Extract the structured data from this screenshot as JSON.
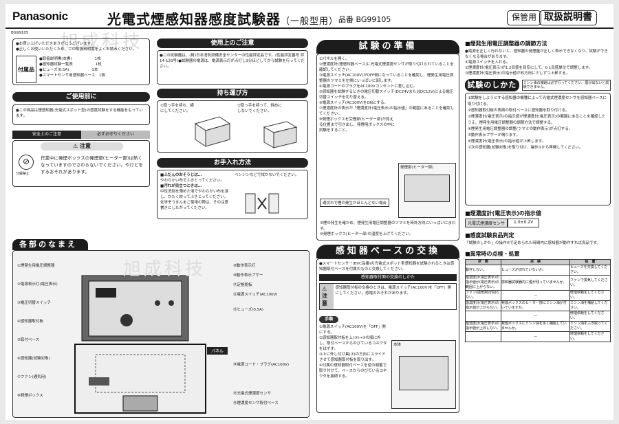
{
  "header": {
    "brand": "Panasonic",
    "title": "光電式煙感知器感度試験器",
    "subtitle": "（一般型用）",
    "model_label": "品番",
    "model": "BG99105",
    "badge_keep": "保管用",
    "badge_manual": "取扱説明書",
    "code": "BG99105"
  },
  "left": {
    "accessories_label": "付属品",
    "accessories": [
      "●取扱説明書(本書)　　　　　　1枚",
      "●感知器試験一覧表　　　　　　1枚",
      "●ヒューズ(0.5A)　　　　　　1本",
      "●スマートセンサ用感知器ベース　1個"
    ],
    "before_use": "ご使用前に",
    "before_use_text": "●この商品は煙感知器(光電式スポット型)の感度試験をする機能をもっています。",
    "safety_tab1": "安全上のご注意",
    "safety_tab2": "必ずお守りください",
    "caution_label": "注意",
    "caution_icon": "分解禁止",
    "caution_text": "作業中に発煙ボックスの発煙部(ヒーター部)は熱くなっていますのでさわらないでください。やけどをするおそれがあります。"
  },
  "use_notes": {
    "label": "使用上のご注意",
    "text": "●この試験器は、(財)日本消防設備安全センターの性能評定品です。(性能評定番号 評14-123号)●試験器の電源は、電源表示灯が点灯し3分ほどしてから試験を行ってください。"
  },
  "carry": {
    "label": "持ち運び方",
    "step1": "①取っ手を持ち、横にしてください。",
    "step2": "②取っ手を持って、斜めにしないでください。"
  },
  "care": {
    "label": "お手入れ方法",
    "item1": "■ふだんのおそうじは…",
    "item1_text": "やわらかい布でふきとってください。",
    "item2": "■汚れが目立つときは…",
    "item2_text": "中性洗剤を薄めた液でやわらかい布を浸し、かたく絞ってふきとってください。",
    "item3": "化学ぞうきんをご使用の際は、その注意書きにしたがってください。",
    "solvent": "ベンジンなどで拭かないでください。"
  },
  "parts": {
    "label": "各部のなまえ",
    "panel": "パネル",
    "left_labels": [
      "①煙発生用電圧調整器",
      "②電源表示灯(電圧表示)",
      "③電圧切替スイッチ",
      "④感知器取付板",
      "⑤取付ベース",
      "⑥感知器(試験対象)",
      "⑦ファン(通気用)",
      "⑧発煙ボックス"
    ],
    "right_labels": [
      "⑨動作表示灯",
      "⑩動作表示ブザー",
      "⑪定格銘板",
      "⑫電源スイッチ(AC100V)",
      "⑬ヒューズ(0.5A)",
      "⑭電源コード・プラグ(AC100V)",
      "⑮光電式煙濃度センサ",
      "⑯煙濃度センサ取付ベース"
    ]
  },
  "prep": {
    "label": "試験の準備",
    "steps": [
      "①パネルを開く。",
      "②煙濃度計(煙感知器ベース)に光電式煙濃度センサが取り付けられていることを確認してください。",
      "③電源スイッチ(AC100V)がOFF側になっていることを確認し、煙発生用電圧調整器のツマミを左側にいっぱいに回します。",
      "④電源コードのプラグをAC100Vコンセントに差し込む。",
      "⑤感知器を試験するときの電圧切替スイッチ(DC24VまたはDC12V)による電圧切替スイッチを切り替える。",
      "⑥電源スイッチ(AC100V)をONにする。",
      "⑦煙濃度計の表示が「煙濃度計(電圧表示)の指示値」の範囲にあることを確認してください。",
      "⑧発煙ボックスを受煙部(ヒーター部)が見える位置まで引き出し、発煙用ボックスの中に試験をすること。"
    ],
    "fig_label": "発煙部(ヒーター部)",
    "warn": "適切れで煙の発生がほとんどない場合",
    "steps2": [
      "⑨煙の発生を確かめ、煙発生用電圧調整器のツマミを時計方向にいっぱいにまわす。",
      "⑩発煙ボックス(ヒーター部)の温度を上げてください。"
    ]
  },
  "base": {
    "label": "感知器ベースの交換",
    "text": "●スマートセンサー(BVC品番)の光電式スポット型感知器を試験されるときは感知器取付ベースを付属のものと交換してください。",
    "sub": "感知器取付面の交換のしかた",
    "caution": "注意",
    "caution_text": "感知器取付板の交換のときは、電源スイッチ(AC100V)を「OFF」側にしてください。感電のおそれがあります。",
    "procedure": "手順",
    "steps": [
      "①電源スイッチ(AC100V)を「OFF」側にする。",
      "②感知器取付板を上(③)→③の順に外し、取付ベースからのびているコネクタをはずす。",
      "③上に外し付け具(③)の方向にスライドさせて感知器取付板を取り出す。",
      "④付属の感知器取付ベースを逆の順番で取り付けて、ベースからのびているコネクタを接続する。"
    ],
    "fig_label": "本体"
  },
  "right": {
    "voltage_sec": "■煙発生用電圧調整器の調節方法",
    "voltage_text": "●電源を正しく行わないと、感知器の発煙量が正しく表示できなくなり、試験ができなくなる場合があります。",
    "voltage_steps": [
      "①電源スイッチを入れる。",
      "②煙濃度計(電圧表示)が1.2目盛を目安にして、0.1目盛単位で調整します。",
      "③煙濃度計(電圧表示)の指示値が右方向に少しずつ上昇する。"
    ],
    "test_label": "試験のしかた",
    "test_note": "ミシン油の補給は必ず行ってください。煙が出ないと試験できません。",
    "test_steps": [
      "①試験をしようとする感知器の機種によって光電式煙濃度センサを感知器ベースに取り付ける。",
      "②感知器取付板の表面の取付ベースに感知器を取り付ける。",
      "③煙濃度計(電圧表示)の指示値が煙濃度計(電圧表示)の範囲にあることを確認したうえ、煙発生用電圧調整器の調節方法で調整する。",
      "④煙発生用電圧調整器の調整(ツマミの動作表示)が点灯する。",
      "⑤動作表示ブザーが鳴ります。",
      "⑥煙濃度計(電圧表示)の指示値が上昇します。",
      "⑦次の感知器(試験対象)を取り付け、操作①から再開してください。"
    ],
    "density_sec": "■煙濃度計(電圧表示)の指示値",
    "density_label": "光電式煙濃度センサ",
    "density_value": "1.0±0.2V",
    "judge_sec": "■感度試験良品判定",
    "judge_text": "「試験のしかた」の操作⑤で定められた時間内に感知器が動作すれば良品です。",
    "check_sec": "■異常時の点検・処置",
    "check_headers": [
      "状　態",
      "点　検",
      "処　置"
    ],
    "check_rows": [
      [
        "動作しない。",
        "ヒューズが切れていないか。",
        "ヒューズを交換してください。"
      ],
      [
        "煙濃度計(電圧表示)の指示値が(電圧表示)の範囲に上がらない。",
        "感知器試験器内に煙が残っていませんか。",
        "ファンで換気してください。"
      ],
      [
        "ファン(換気用)が回らない。",
        "—",
        "修理依頼をしてください。"
      ],
      [
        "煙濃度計(電圧表示)の指示値が上がらない。",
        "発煙ボックスのヒーター部にミシン油が付いていますか。",
        "ミシン油を補給してください。"
      ],
      [
        "",
        "—",
        "修理依頼をしてください。"
      ],
      [
        "煙濃度計(電圧表示)の指示値が上昇しない。",
        "発煙ボックスにミシン油を多く補給していませんか。",
        "ミシン油をふき取ってください。"
      ],
      [
        "",
        "—",
        "修理依頼をしてください。"
      ]
    ]
  },
  "watermark": "旭成科技"
}
